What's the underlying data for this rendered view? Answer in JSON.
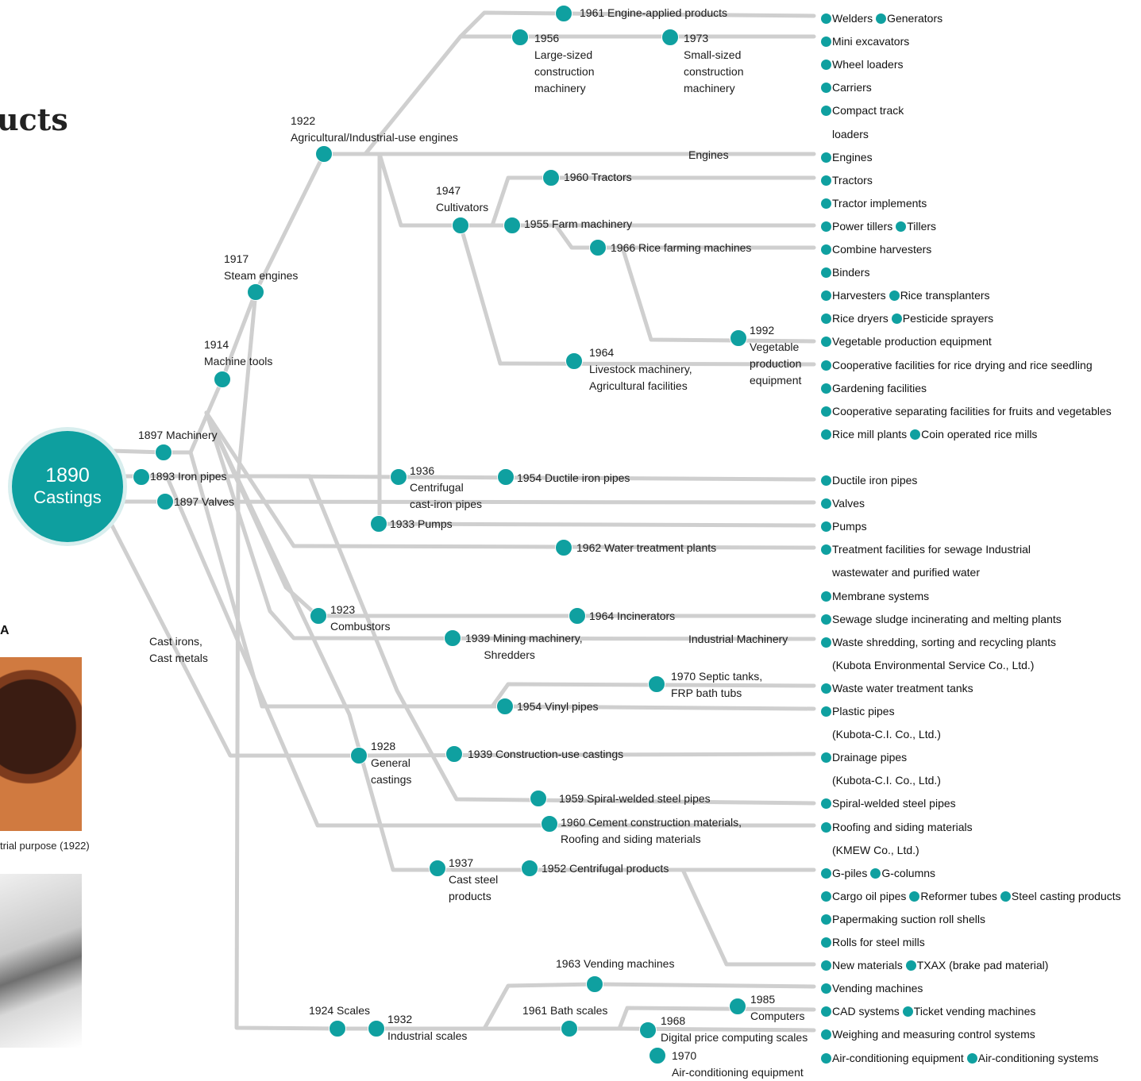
{
  "title": "ucts",
  "root": {
    "year": "1890",
    "label": "Castings"
  },
  "side": {
    "letter": "A",
    "caption1": "trial purpose (1922)"
  },
  "labels": {
    "machinery": "1897 Machinery",
    "iron_pipes": "1893 Iron pipes",
    "valves": "1897 Valves",
    "machine_tools": "1914\nMachine tools",
    "steam": "1917\nSteam engines",
    "agri_engines": "1922\nAgricultural/Industrial-use engines",
    "engine_applied": "1961 Engine-applied products",
    "large_cm": "1956\nLarge-sized\nconstruction\nmachinery",
    "small_cm": "1973\nSmall-sized\nconstruction\nmachinery",
    "engines": "Engines",
    "cultivators": "1947\nCultivators",
    "tractors": "1960 Tractors",
    "farm_machinery": "1955 Farm machinery",
    "rice_farming": "1966 Rice farming machines",
    "vegetable": "1992\nVegetable\nproduction\nequipment",
    "livestock": "1964\nLivestock machinery,\nAgricultural facilities",
    "centrifugal_pipes": "1936\nCentrifugal\ncast-iron pipes",
    "ductile": "1954 Ductile iron pipes",
    "pumps": "1933 Pumps",
    "water_treatment": "1962 Water treatment plants",
    "combustors": "1923\nCombustors",
    "incinerators": "1964 Incinerators",
    "mining": "1939 Mining machinery,\n      Shredders",
    "industrial_machinery": "Industrial Machinery",
    "septic": "1970 Septic tanks,\nFRP bath tubs",
    "vinyl": "1954 Vinyl pipes",
    "cast_irons": "Cast irons,\nCast metals",
    "general_castings": "1928\nGeneral\ncastings",
    "construction_castings": "1939 Construction-use castings",
    "spiral": "1959 Spiral-welded steel pipes",
    "cement": "1960 Cement construction materials,\nRoofing and siding materials",
    "cast_steel": "1937\nCast steel\nproducts",
    "centrifugal_products": "1952 Centrifugal products",
    "vending": "1963 Vending machines",
    "scales": "1924 Scales",
    "industrial_scales": "1932\nIndustrial scales",
    "bath_scales": "1961 Bath scales",
    "computers": "1985\nComputers",
    "price_scales": "1968\nDigital price computing scales",
    "air_cond": "1970\nAir-conditioning equipment"
  },
  "products": [
    {
      "items": [
        "Welders",
        "Generators"
      ],
      "plain": ""
    },
    {
      "items": [
        "Mini excavators"
      ],
      "plain": ""
    },
    {
      "items": [
        "Wheel loaders"
      ],
      "plain": ""
    },
    {
      "items": [
        "Carriers"
      ],
      "plain": ""
    },
    {
      "items": [
        "Compact track"
      ],
      "plain": ""
    },
    {
      "items": [],
      "plain": "loaders"
    },
    {
      "items": [
        "Engines"
      ],
      "plain": ""
    },
    {
      "items": [
        "Tractors"
      ],
      "plain": ""
    },
    {
      "items": [
        "Tractor implements"
      ],
      "plain": ""
    },
    {
      "items": [
        "Power tillers",
        "Tillers"
      ],
      "plain": ""
    },
    {
      "items": [
        "Combine harvesters"
      ],
      "plain": ""
    },
    {
      "items": [
        "Binders"
      ],
      "plain": ""
    },
    {
      "items": [
        "Harvesters",
        "Rice transplanters"
      ],
      "plain": ""
    },
    {
      "items": [
        "Rice dryers",
        "Pesticide sprayers"
      ],
      "plain": ""
    },
    {
      "items": [
        "Vegetable production equipment"
      ],
      "plain": ""
    },
    {
      "items": [
        "Cooperative facilities for rice drying and rice seedling"
      ],
      "plain": ""
    },
    {
      "items": [
        "Gardening facilities"
      ],
      "plain": ""
    },
    {
      "items": [
        "Cooperative separating facilities for fruits and vegetables"
      ],
      "plain": ""
    },
    {
      "items": [
        "Rice mill plants",
        "Coin operated rice mills"
      ],
      "plain": ""
    },
    {
      "items": [],
      "plain": ""
    },
    {
      "items": [
        "Ductile iron pipes"
      ],
      "plain": ""
    },
    {
      "items": [
        "Valves"
      ],
      "plain": ""
    },
    {
      "items": [
        "Pumps"
      ],
      "plain": ""
    },
    {
      "items": [
        "Treatment facilities for sewage Industrial"
      ],
      "plain": ""
    },
    {
      "items": [],
      "plain": "wastewater and purified water"
    },
    {
      "items": [
        "Membrane systems"
      ],
      "plain": ""
    },
    {
      "items": [
        "Sewage sludge incinerating and melting plants"
      ],
      "plain": ""
    },
    {
      "items": [
        "Waste shredding, sorting and recycling plants"
      ],
      "plain": ""
    },
    {
      "items": [],
      "plain": "(Kubota Environmental Service Co., Ltd.)"
    },
    {
      "items": [
        "Waste water treatment tanks"
      ],
      "plain": ""
    },
    {
      "items": [
        "Plastic pipes"
      ],
      "plain": ""
    },
    {
      "items": [],
      "plain": "(Kubota-C.I. Co., Ltd.)"
    },
    {
      "items": [
        "Drainage pipes"
      ],
      "plain": ""
    },
    {
      "items": [],
      "plain": "(Kubota-C.I. Co., Ltd.)"
    },
    {
      "items": [
        "Spiral-welded steel pipes"
      ],
      "plain": ""
    },
    {
      "items": [
        "Roofing and siding materials"
      ],
      "plain": ""
    },
    {
      "items": [],
      "plain": "(KMEW Co., Ltd.)"
    },
    {
      "items": [
        "G-piles",
        "G-columns"
      ],
      "plain": ""
    },
    {
      "items": [
        "Cargo oil pipes",
        "Reformer tubes",
        "Steel casting products"
      ],
      "plain": ""
    },
    {
      "items": [
        "Papermaking suction roll shells"
      ],
      "plain": ""
    },
    {
      "items": [
        "Rolls for steel mills"
      ],
      "plain": ""
    },
    {
      "items": [
        "New materials",
        "TXAX (brake pad material)"
      ],
      "plain": ""
    },
    {
      "items": [
        "Vending machines"
      ],
      "plain": ""
    },
    {
      "items": [
        "CAD systems",
        "Ticket vending machines"
      ],
      "plain": ""
    },
    {
      "items": [
        "Weighing and measuring control systems"
      ],
      "plain": ""
    },
    {
      "items": [
        "Air-conditioning equipment",
        "Air-conditioning systems"
      ],
      "plain": ""
    }
  ],
  "colors": {
    "node": "#0fa0a0",
    "line": "#c8c8c8",
    "root": "#0e9f9f"
  }
}
